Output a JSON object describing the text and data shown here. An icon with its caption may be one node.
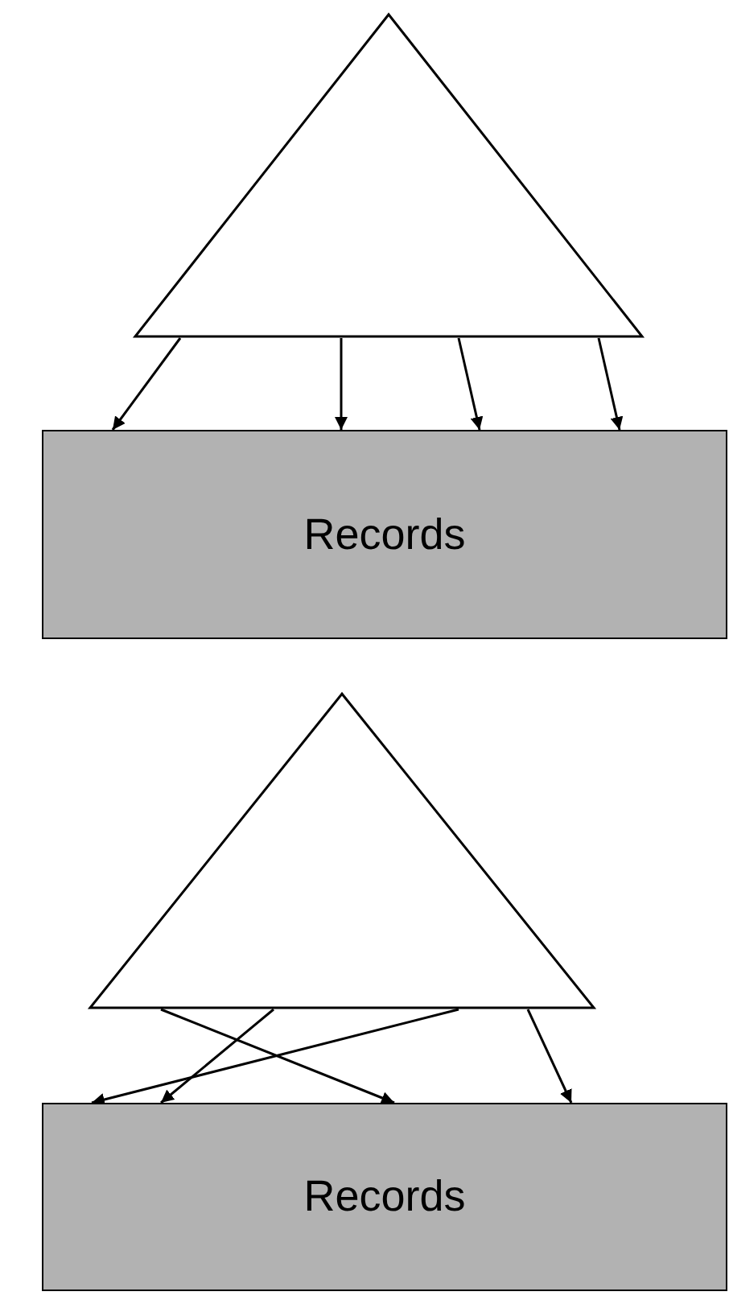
{
  "diagram": {
    "nodes": [
      {
        "text": [],
        "shape": "triangle"
      },
      {
        "text": [
          "Records"
        ]
      },
      {
        "text": [],
        "shape": "triangle"
      },
      {
        "text": [
          "Records"
        ]
      }
    ],
    "edges": [
      {
        "from": 0,
        "to": 1,
        "arrow": "to"
      },
      {
        "from": 0,
        "to": 1,
        "arrow": "to"
      },
      {
        "from": 0,
        "to": 1,
        "arrow": "to"
      },
      {
        "from": 0,
        "to": 1,
        "arrow": "to"
      },
      {
        "from": 2,
        "to": 3,
        "arrow": "to"
      },
      {
        "from": 2,
        "to": 3,
        "arrow": "to"
      },
      {
        "from": 2,
        "to": 3,
        "arrow": "to"
      },
      {
        "from": 2,
        "to": 3,
        "arrow": "to"
      }
    ]
  }
}
